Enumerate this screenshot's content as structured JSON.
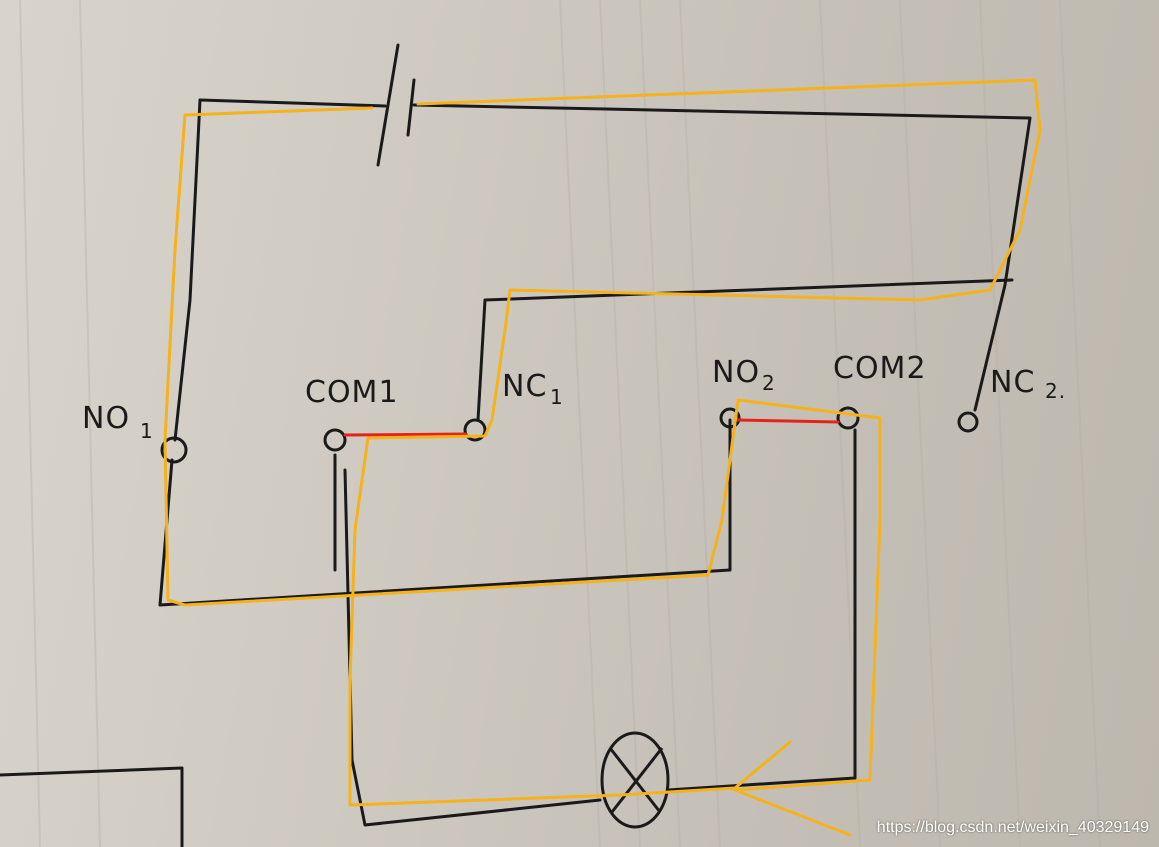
{
  "labels": {
    "no1": "NO",
    "no1_sub": "1",
    "com1": "COM1",
    "nc1": "NC",
    "nc1_sub": "1",
    "no2": "NO",
    "no2_sub": "2",
    "com2": "COM2",
    "nc2": "NC",
    "nc2_sub": "2."
  },
  "watermark": "https://blog.csdn.net/weixin_40329149",
  "colors": {
    "ink": "#1a1a1a",
    "highlight_path": "#f5b21b",
    "active_contact": "#e5231b",
    "paper": "#cfcac1"
  }
}
